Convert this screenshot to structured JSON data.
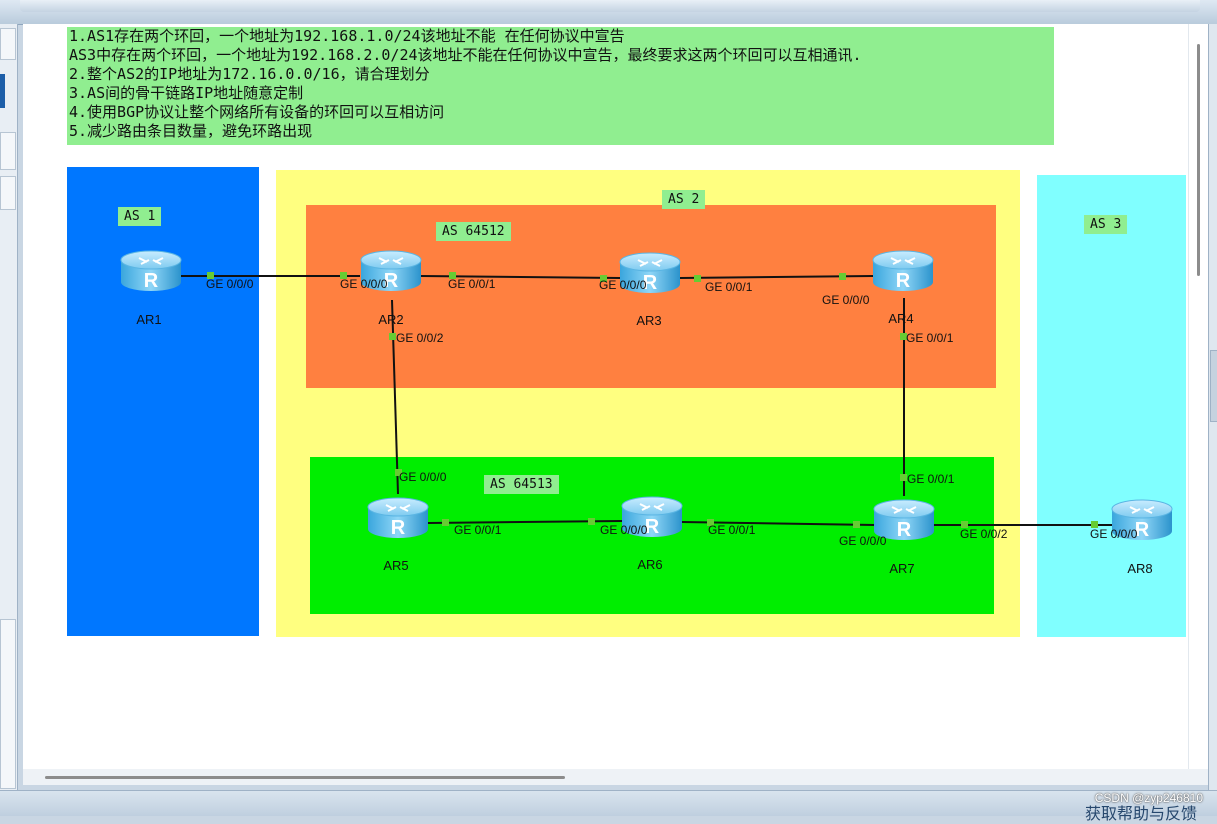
{
  "notes": [
    "1.AS1存在两个环回，一个地址为192.168.1.0/24该地址不能 在任何协议中宣告",
    "  AS3中存在两个环回，一个地址为192.168.2.0/24该地址不能在任何协议中宣告，最终要求这两个环回可以互相通讯.",
    "2.整个AS2的IP地址为172.16.0.0/16，请合理划分",
    "3.AS间的骨干链路IP地址随意定制",
    "4.使用BGP协议让整个网络所有设备的环回可以互相访问",
    "5.减少路由条目数量，避免环路出现"
  ],
  "areas": {
    "as1": {
      "label": "AS 1",
      "color": "#0077ff"
    },
    "as2": {
      "label": "AS 2",
      "color": "#ffff80"
    },
    "as64512": {
      "label": "AS 64512",
      "color": "#ff8040"
    },
    "as64513": {
      "label": "AS 64513",
      "color": "#00ee00"
    },
    "as3": {
      "label": "AS 3",
      "color": "#80ffff"
    }
  },
  "routers": {
    "ar1": "AR1",
    "ar2": "AR2",
    "ar3": "AR3",
    "ar4": "AR4",
    "ar5": "AR5",
    "ar6": "AR6",
    "ar7": "AR7",
    "ar8": "AR8"
  },
  "ports": {
    "ar1_ge000": "GE 0/0/0",
    "ar2_ge000": "GE 0/0/0",
    "ar2_ge001": "GE 0/0/1",
    "ar2_ge002": "GE 0/0/2",
    "ar3_ge000": "GE 0/0/0",
    "ar3_ge001": "GE 0/0/1",
    "ar4_ge000": "GE 0/0/0",
    "ar4_ge001": "GE 0/0/1",
    "ar5_ge000": "GE 0/0/0",
    "ar5_ge001": "GE 0/0/1",
    "ar6_ge000": "GE 0/0/0",
    "ar6_ge001": "GE 0/0/1",
    "ar7_ge000": "GE 0/0/0",
    "ar7_ge001": "GE 0/0/1",
    "ar7_ge002": "GE 0/0/2",
    "ar8_ge000": "GE 0/0/0"
  },
  "footer": {
    "help_link": "获取帮助与反馈"
  },
  "watermark": "CSDN @zyp246810",
  "icons": {
    "router": "router-icon"
  }
}
